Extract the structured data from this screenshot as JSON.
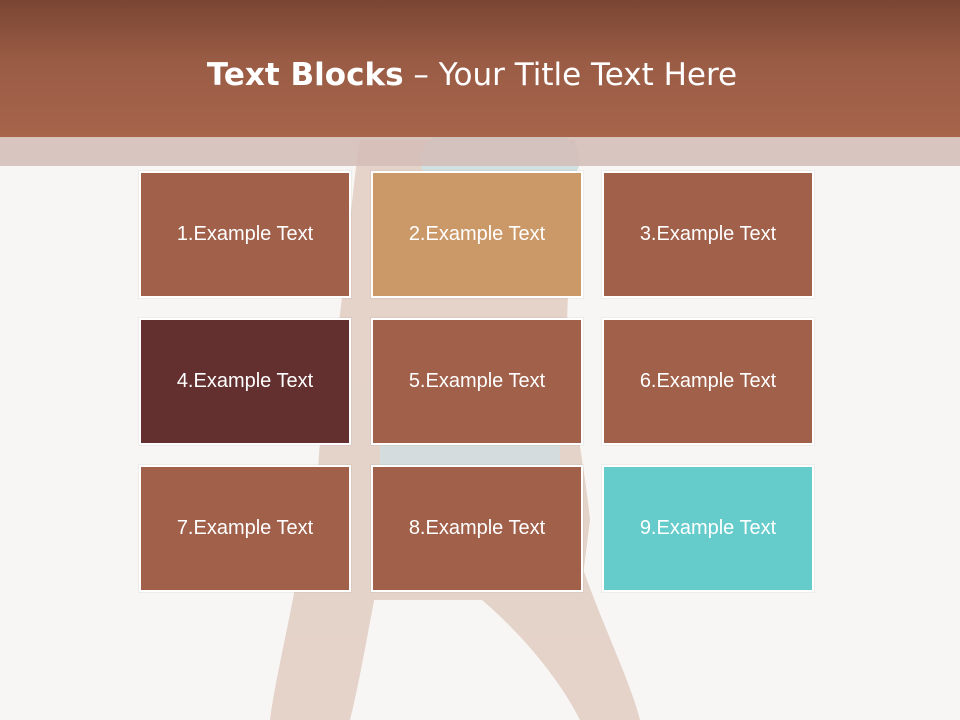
{
  "title": {
    "bold": "Text Blocks",
    "separator": " – ",
    "rest": "Your Title Text Here"
  },
  "colors": {
    "header": "#9a5c45",
    "block_default": "#a0604a",
    "block_tan": "#cb9868",
    "block_dark": "#632f2f",
    "block_teal": "#66cccb"
  },
  "blocks": [
    {
      "label": "1.Example Text",
      "color": "#a0604a"
    },
    {
      "label": "2.Example Text",
      "color": "#cb9868"
    },
    {
      "label": "3.Example Text",
      "color": "#a0604a"
    },
    {
      "label": "4.Example Text",
      "color": "#632f2f"
    },
    {
      "label": "5.Example Text",
      "color": "#a0604a"
    },
    {
      "label": "6.Example Text",
      "color": "#a0604a"
    },
    {
      "label": "7.Example Text",
      "color": "#a0604a"
    },
    {
      "label": "8.Example Text",
      "color": "#a0604a"
    },
    {
      "label": "9.Example Text",
      "color": "#66cccb"
    }
  ]
}
